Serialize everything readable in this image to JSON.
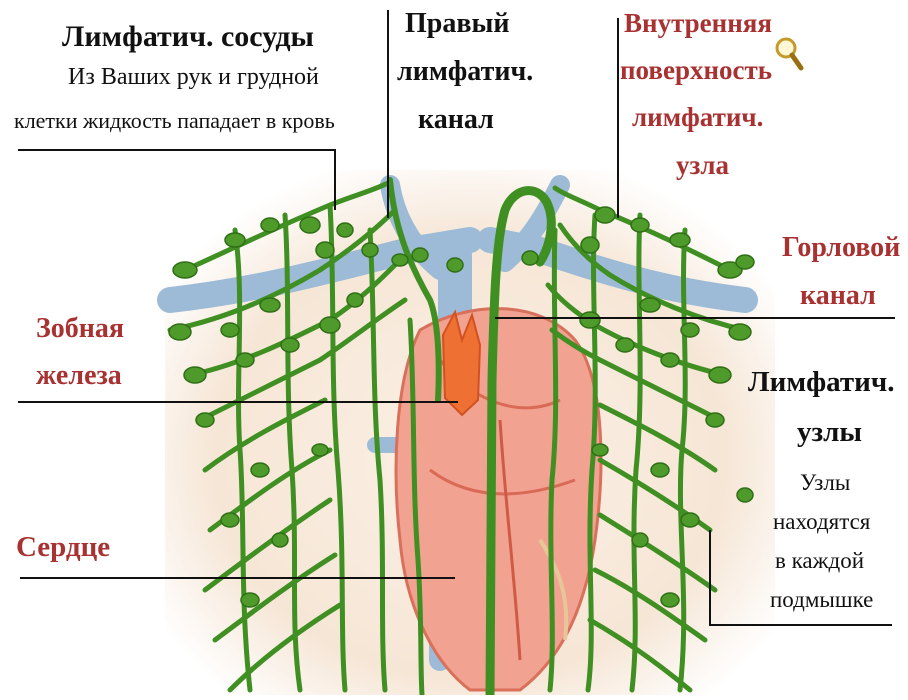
{
  "labels": {
    "lymph_vessels_title": "Лимфатич. сосуды",
    "lymph_vessels_desc_1": "Из Ваших рук и грудной",
    "lymph_vessels_desc_2": "клетки жидкость пападает в кровь",
    "right_duct_1": "Правый",
    "right_duct_2": "лимфатич.",
    "right_duct_3": "канал",
    "inner_surface_1": "Внутренняя",
    "inner_surface_2": "поверхность",
    "inner_surface_3": "лимфатич.",
    "inner_surface_4": "узла",
    "throat_duct_1": "Горловой",
    "throat_duct_2": "канал",
    "thymus_1": "Зобная",
    "thymus_2": "железа",
    "heart": "Сердце",
    "lymph_nodes_1": "Лимфатич.",
    "lymph_nodes_2": "узлы",
    "nodes_desc_1": "Узлы",
    "nodes_desc_2": "находятся",
    "nodes_desc_3": "в каждой",
    "nodes_desc_4": "подмышке"
  },
  "colors": {
    "lymph_green": "#3f8f22",
    "node_green": "#4e9a2a",
    "vein_blue": "#8fb1cf",
    "heart_pink": "#f19a88",
    "thymus_orange": "#f07a3a",
    "skin": "#f6e6d6",
    "label_red": "#a83232",
    "label_dark": "#111111"
  },
  "icons": [
    "magnifier-icon"
  ]
}
